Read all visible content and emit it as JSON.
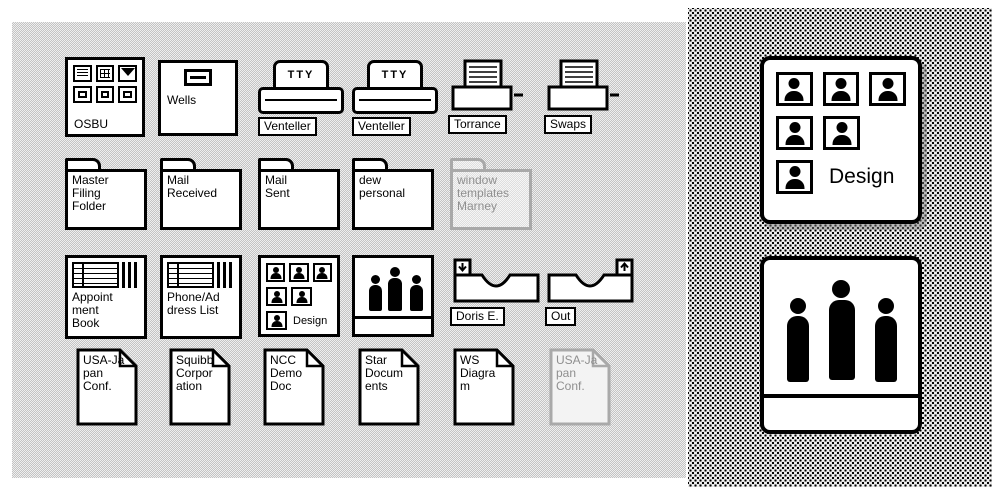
{
  "colors": {
    "ink": "#000000",
    "paper": "#ffffff",
    "desktop_gray": "#d8d8d8"
  },
  "desktop": {
    "tty_label": "TTY",
    "devices": [
      {
        "label": "OSBU"
      },
      {
        "label": "Wells"
      },
      {
        "label": "Venteller"
      },
      {
        "label": "Venteller"
      },
      {
        "label": "Torrance"
      },
      {
        "label": "Swaps"
      }
    ],
    "folders": [
      {
        "label": "Master\nFiling\nFolder"
      },
      {
        "label": "Mail\nReceived"
      },
      {
        "label": "Mail\nSent"
      },
      {
        "label": "dew\npersonal"
      },
      {
        "label": "window\ntemplates\nMarney",
        "state": "ghosted"
      }
    ],
    "tools": [
      {
        "label": "Appoint\nment\nBook"
      },
      {
        "label": "Phone/Ad\ndress List"
      },
      {
        "label": "Design"
      },
      {
        "label": ""
      },
      {
        "label": "Doris E."
      },
      {
        "label": "Out"
      }
    ],
    "documents": [
      {
        "label": "USA-Ja\npan\nConf."
      },
      {
        "label": "Squibb\nCorpor\nation"
      },
      {
        "label": "NCC\nDemo\nDoc"
      },
      {
        "label": "Star\nDocum\nents"
      },
      {
        "label": "WS\nDiagra\nm"
      },
      {
        "label": "USA-Ja\npan\nConf.",
        "state": "ghosted"
      }
    ]
  },
  "magnified": {
    "design_label": "Design"
  }
}
